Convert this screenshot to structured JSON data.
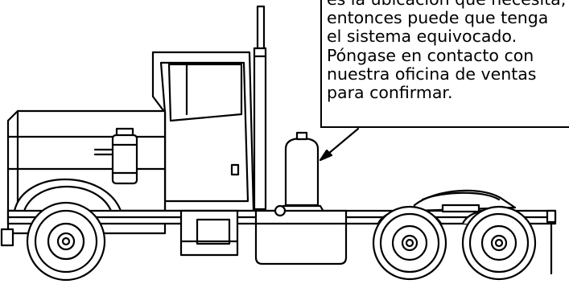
{
  "callout": {
    "lines": [
      "es la ubicación que necesita,",
      "entonces puede que tenga",
      "el sistema equivocado.",
      "Póngase en contacto con",
      "nuestra oficina de ventas",
      "para confirmar."
    ]
  },
  "colors": {
    "stroke": "#000000",
    "background": "#ffffff"
  }
}
